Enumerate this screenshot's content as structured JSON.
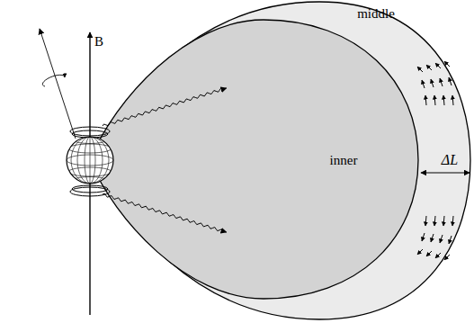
{
  "diagram": {
    "nodes": [
      {
        "text": [
          "middle"
        ]
      },
      {
        "text": [
          "inner"
        ],
        "in": 0
      }
    ],
    "labels": [
      "B",
      "ΔL"
    ]
  }
}
